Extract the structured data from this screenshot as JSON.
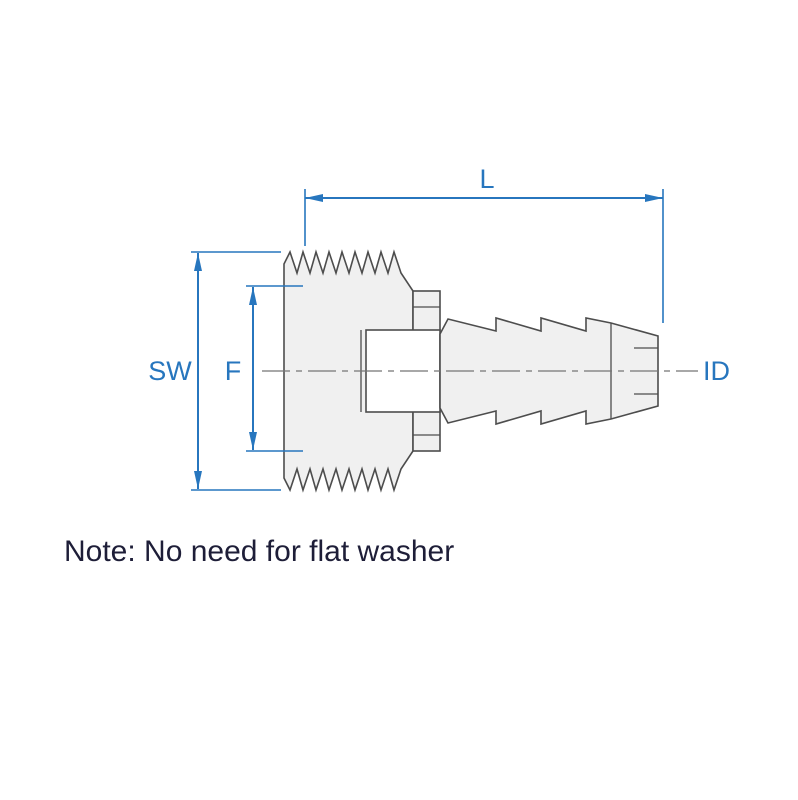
{
  "diagram": {
    "colors": {
      "dimension": "#2776BE",
      "outline": "#4D4D4D",
      "metal_fill": "#F0F0F0",
      "bore_fill": "#FFFFFF",
      "centerline": "#757575",
      "note_text": "#1E1E38",
      "background": "#FFFFFF"
    },
    "dimensions": {
      "length_label": "L",
      "wrench_label": "SW",
      "thread_label": "F",
      "inner_diameter_label": "ID"
    },
    "note": "Note: No need for flat washer"
  }
}
